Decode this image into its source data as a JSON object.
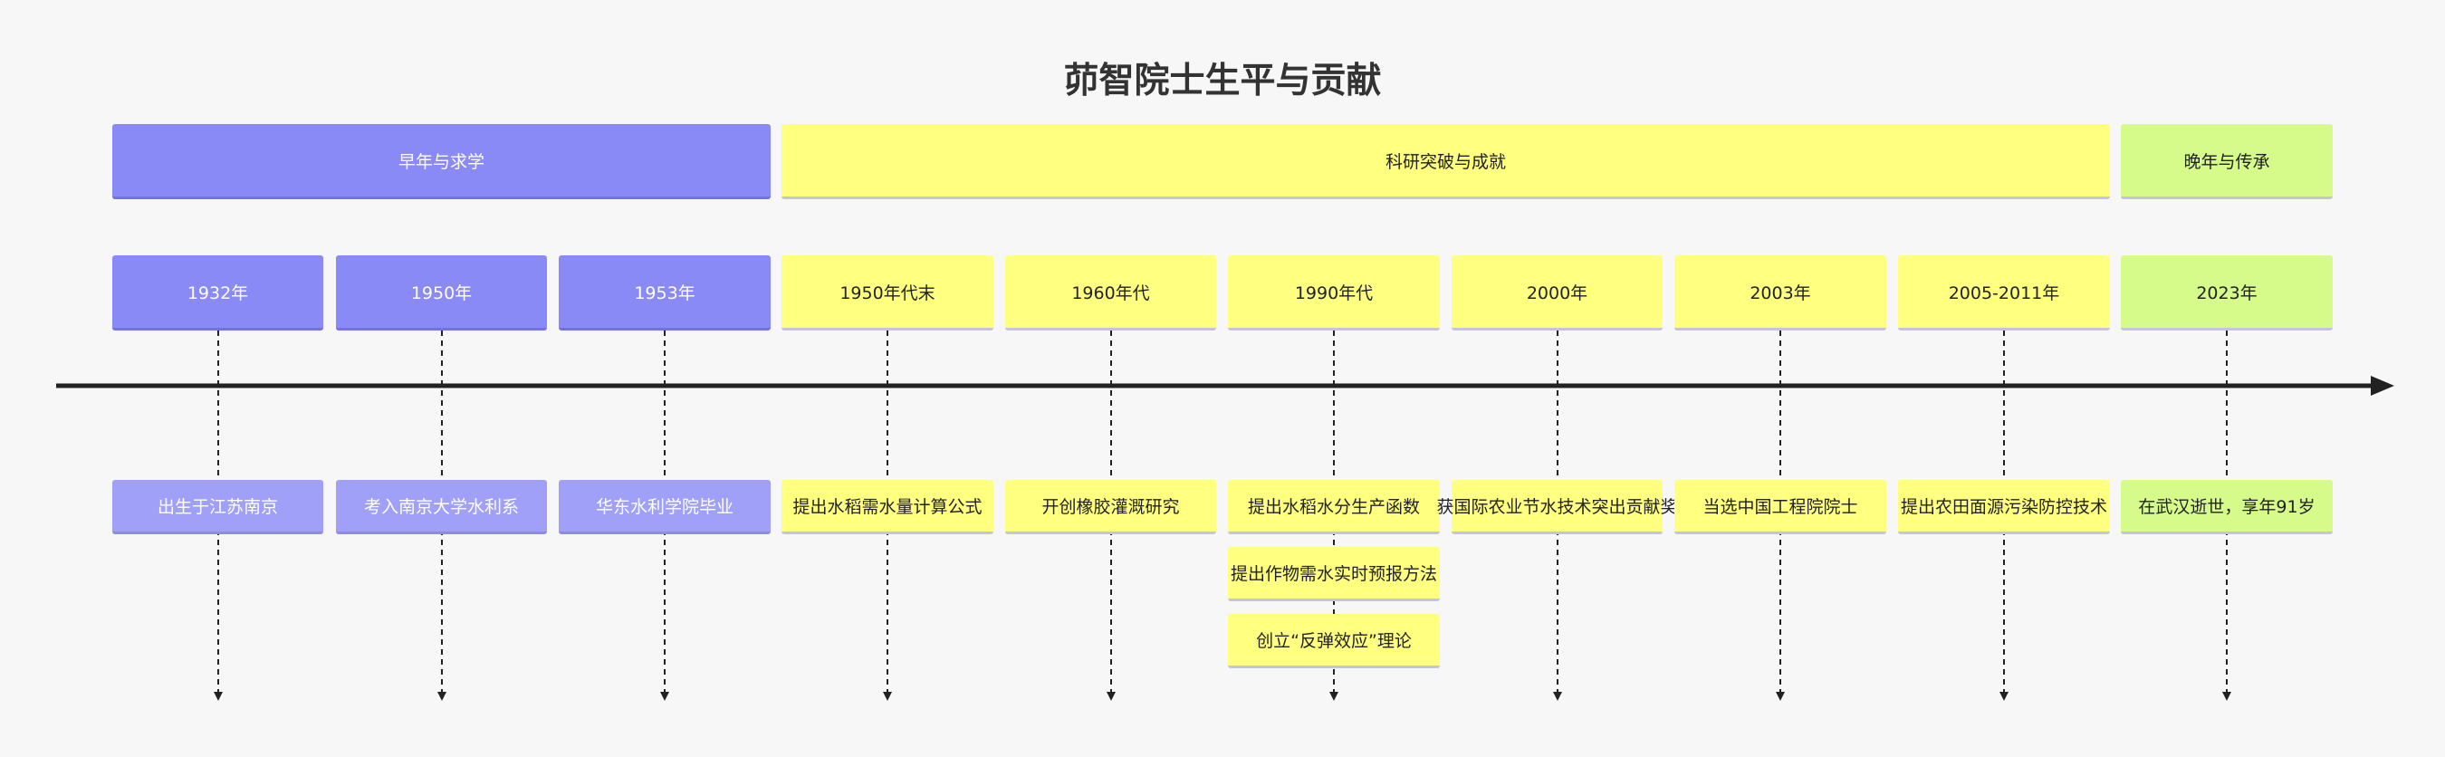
{
  "title": "茆智院士生平与贡献",
  "sections": [
    {
      "label": "早年与求学",
      "color": "purple"
    },
    {
      "label": "科研突破与成就",
      "color": "yellow"
    },
    {
      "label": "晚年与传承",
      "color": "green"
    }
  ],
  "periods": [
    {
      "year": "1932年",
      "events": [
        "出生于江苏南京"
      ]
    },
    {
      "year": "1950年",
      "events": [
        "考入南京大学水利系"
      ]
    },
    {
      "year": "1953年",
      "events": [
        "华东水利学院毕业"
      ]
    },
    {
      "year": "1950年代末",
      "events": [
        "提出水稻需水量计算公式"
      ]
    },
    {
      "year": "1960年代",
      "events": [
        "开创橡胶灌溉研究"
      ]
    },
    {
      "year": "1990年代",
      "events": [
        "提出水稻水分生产函数",
        "提出作物需水实时预报方法",
        "创立“反弹效应”理论"
      ]
    },
    {
      "year": "2000年",
      "events": [
        "获国际农业节水技术突出贡献奖"
      ]
    },
    {
      "year": "2003年",
      "events": [
        "当选中国工程院院士"
      ]
    },
    {
      "year": "2005-2011年",
      "events": [
        "提出农田面源污染防控技术"
      ]
    },
    {
      "year": "2023年",
      "events": [
        "在武汉逝世，享年91岁"
      ]
    }
  ]
}
